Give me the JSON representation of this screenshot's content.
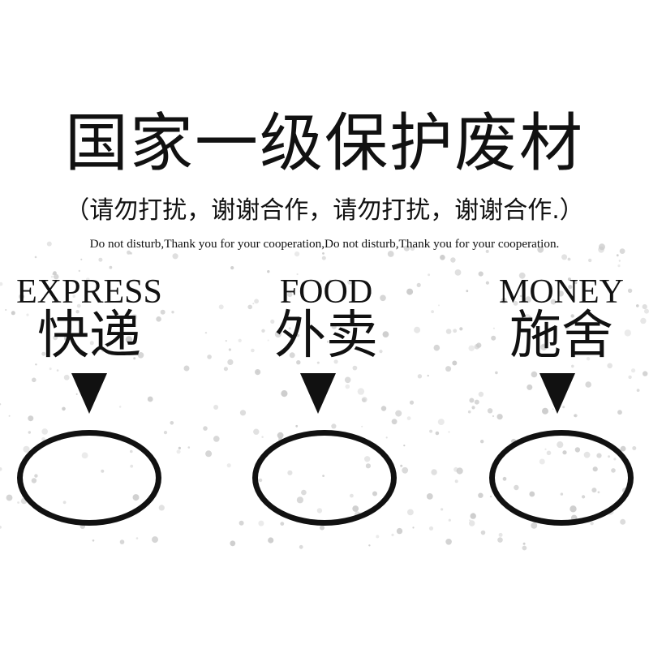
{
  "title": "国家一级保护废材",
  "subtitle_cn": "（请勿打扰，谢谢合作，请勿打扰，谢谢合作.）",
  "subtitle_en": "Do not disturb,Thank you for your cooperation,Do not disturb,Thank you for your cooperation.",
  "slots": [
    {
      "label_en": "EXPRESS",
      "label_cn": "快递"
    },
    {
      "label_en": "FOOD",
      "label_cn": "外卖"
    },
    {
      "label_en": "MONEY",
      "label_cn": "施舍"
    }
  ],
  "colors": {
    "ink": "#111111",
    "background": "#ffffff",
    "speckle": "#c8c8c8"
  }
}
